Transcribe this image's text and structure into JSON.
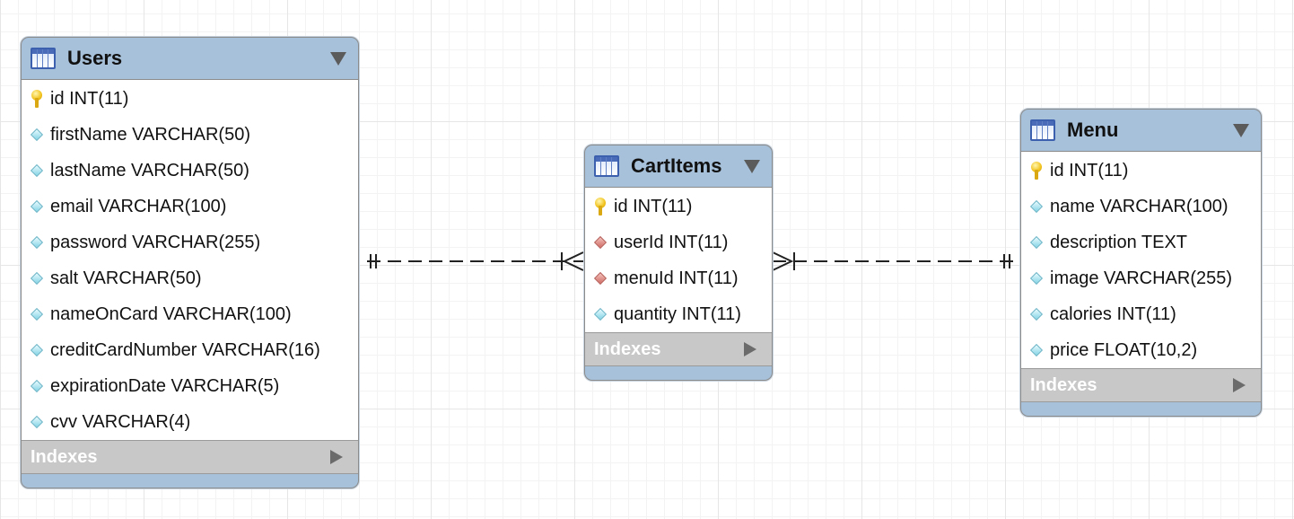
{
  "entities": {
    "users": {
      "title": "Users",
      "indexes_label": "Indexes",
      "columns": [
        {
          "text": "id INT(11)",
          "kind": "primary-key"
        },
        {
          "text": "firstName VARCHAR(50)",
          "kind": "attribute"
        },
        {
          "text": "lastName VARCHAR(50)",
          "kind": "attribute"
        },
        {
          "text": "email VARCHAR(100)",
          "kind": "attribute"
        },
        {
          "text": "password VARCHAR(255)",
          "kind": "attribute"
        },
        {
          "text": "salt VARCHAR(50)",
          "kind": "attribute"
        },
        {
          "text": "nameOnCard VARCHAR(100)",
          "kind": "attribute"
        },
        {
          "text": "creditCardNumber VARCHAR(16)",
          "kind": "attribute"
        },
        {
          "text": "expirationDate VARCHAR(5)",
          "kind": "attribute"
        },
        {
          "text": "cvv VARCHAR(4)",
          "kind": "attribute"
        }
      ]
    },
    "cartitems": {
      "title": "CartItems",
      "indexes_label": "Indexes",
      "columns": [
        {
          "text": "id INT(11)",
          "kind": "primary-key"
        },
        {
          "text": "userId INT(11)",
          "kind": "foreign-key"
        },
        {
          "text": "menuId INT(11)",
          "kind": "foreign-key"
        },
        {
          "text": "quantity INT(11)",
          "kind": "attribute"
        }
      ]
    },
    "menu": {
      "title": "Menu",
      "indexes_label": "Indexes",
      "columns": [
        {
          "text": "id INT(11)",
          "kind": "primary-key"
        },
        {
          "text": "name VARCHAR(100)",
          "kind": "attribute"
        },
        {
          "text": "description TEXT",
          "kind": "attribute"
        },
        {
          "text": "image VARCHAR(255)",
          "kind": "attribute"
        },
        {
          "text": "calories INT(11)",
          "kind": "attribute"
        },
        {
          "text": "price FLOAT(10,2)",
          "kind": "attribute"
        }
      ]
    }
  },
  "relationships": [
    {
      "from": "Users",
      "to": "CartItems",
      "from_cardinality": "one-and-only-one",
      "to_cardinality": "one-or-many",
      "line_style": "dashed"
    },
    {
      "from": "Menu",
      "to": "CartItems",
      "from_cardinality": "one-and-only-one",
      "to_cardinality": "one-or-many",
      "line_style": "dashed"
    }
  ],
  "colors": {
    "header_background": "#a7c1da",
    "indexes_background": "#c8c8c8",
    "title_icon_border": "#3c5fae",
    "primary_key": "#f1c21b",
    "foreign_key": "#cf6c64",
    "attribute": "#82d3e4",
    "relationship_line": "#222222"
  }
}
